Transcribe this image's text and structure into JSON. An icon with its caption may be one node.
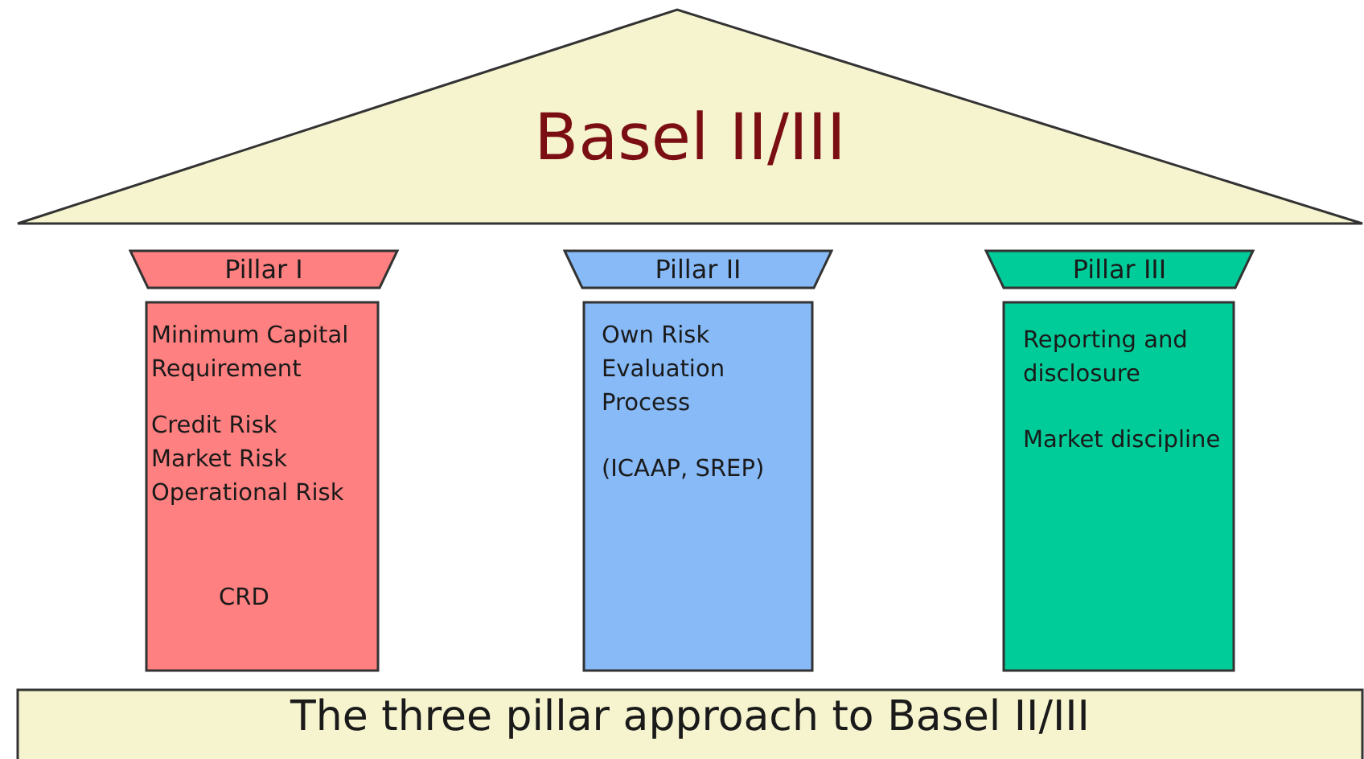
{
  "diagram": {
    "nodes": [
      {
        "text": [
          "Basel II/III"
        ]
      },
      {
        "text": [
          "Pillar I"
        ]
      },
      {
        "text": [
          "Minimum Capital Requirement",
          "Credit Risk",
          "Market Risk",
          "Operational Risk",
          "CRD"
        ]
      },
      {
        "text": [
          "Pillar II"
        ]
      },
      {
        "text": [
          "Own Risk Evaluation Process",
          "(ICAAP, SREP)"
        ]
      },
      {
        "text": [
          "Pillar III"
        ]
      },
      {
        "text": [
          "Reporting and disclosure",
          "Market discipline"
        ]
      },
      {
        "text": [
          "The three pillar approach to Basel II/III"
        ]
      }
    ]
  }
}
